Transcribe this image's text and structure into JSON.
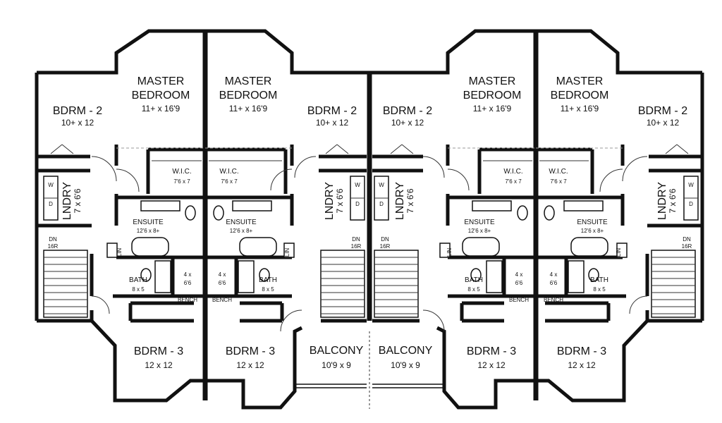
{
  "units": [
    {
      "master_bedroom": {
        "name": "MASTER\nBEDROOM",
        "l1": "MASTER",
        "l2": "BEDROOM",
        "size": "11+ x 16'9"
      },
      "bdrm2": {
        "name": "BDRM - 2",
        "size": "10+ x 12"
      },
      "bdrm3": {
        "name": "BDRM - 3",
        "size": "12 x 12"
      },
      "wic": {
        "name": "W.I.C.",
        "size": "7'6 x 7"
      },
      "laundry": {
        "name": "LNDRY",
        "size": "7 x 6'6",
        "d": "D",
        "w": "W"
      },
      "ensuite": {
        "name": "ENSUITE",
        "size": "12'6 x 8+"
      },
      "bath": {
        "name": "BATH",
        "size": "8 x 5"
      },
      "lin": "LIN",
      "closet": {
        "l1": "4 x",
        "l2": "6'6"
      },
      "bench": "BENCH",
      "stair": {
        "l1": "DN",
        "l2": "16R"
      }
    },
    {
      "master_bedroom": {
        "l1": "MASTER",
        "l2": "BEDROOM",
        "size": "11+ x 16'9"
      },
      "bdrm2": {
        "name": "BDRM - 2",
        "size": "10+ x 12"
      },
      "bdrm3": {
        "name": "BDRM - 3",
        "size": "12 x 12"
      },
      "wic": {
        "name": "W.I.C.",
        "size": "7'6 x 7"
      },
      "laundry": {
        "name": "LNDRY",
        "size": "7 x 6'6",
        "d": "D",
        "w": "W"
      },
      "ensuite": {
        "name": "ENSUITE",
        "size": "12'6 x 8+"
      },
      "bath": {
        "name": "BATH",
        "size": "8 x 5"
      },
      "lin": "LIN",
      "closet": {
        "l1": "4 x",
        "l2": "6'6"
      },
      "bench": "BENCH",
      "stair": {
        "l1": "DN",
        "l2": "16R"
      },
      "balcony": {
        "name": "BALCONY",
        "size": "10'9 x 9"
      }
    },
    {
      "master_bedroom": {
        "l1": "MASTER",
        "l2": "BEDROOM",
        "size": "11+ x 16'9"
      },
      "bdrm2": {
        "name": "BDRM - 2",
        "size": "10+ x 12"
      },
      "bdrm3": {
        "name": "BDRM - 3",
        "size": "12 x 12"
      },
      "wic": {
        "name": "W.I.C.",
        "size": "7'6 x 7"
      },
      "laundry": {
        "name": "LNDRY",
        "size": "7 x 6'6",
        "d": "D",
        "w": "W"
      },
      "ensuite": {
        "name": "ENSUITE",
        "size": "12'6 x 8+"
      },
      "bath": {
        "name": "BATH",
        "size": "8 x 5"
      },
      "lin": "LIN",
      "closet": {
        "l1": "4 x",
        "l2": "6'6"
      },
      "bench": "BENCH",
      "stair": {
        "l1": "DN",
        "l2": "16R"
      },
      "balcony": {
        "name": "BALCONY",
        "size": "10'9 x 9"
      }
    },
    {
      "master_bedroom": {
        "l1": "MASTER",
        "l2": "BEDROOM",
        "size": "11+ x 16'9"
      },
      "bdrm2": {
        "name": "BDRM - 2",
        "size": "10+ x 12"
      },
      "bdrm3": {
        "name": "BDRM - 3",
        "size": "12 x 12"
      },
      "wic": {
        "name": "W.I.C.",
        "size": "7'6 x 7"
      },
      "laundry": {
        "name": "LNDRY",
        "size": "7 x 6'6",
        "d": "D",
        "w": "W"
      },
      "ensuite": {
        "name": "ENSUITE",
        "size": "12'6 x 8+"
      },
      "bath": {
        "name": "BATH",
        "size": "8 x 5"
      },
      "lin": "LIN",
      "closet": {
        "l1": "4 x",
        "l2": "6'6"
      },
      "bench": "BENCH",
      "stair": {
        "l1": "DN",
        "l2": "16R"
      }
    }
  ]
}
